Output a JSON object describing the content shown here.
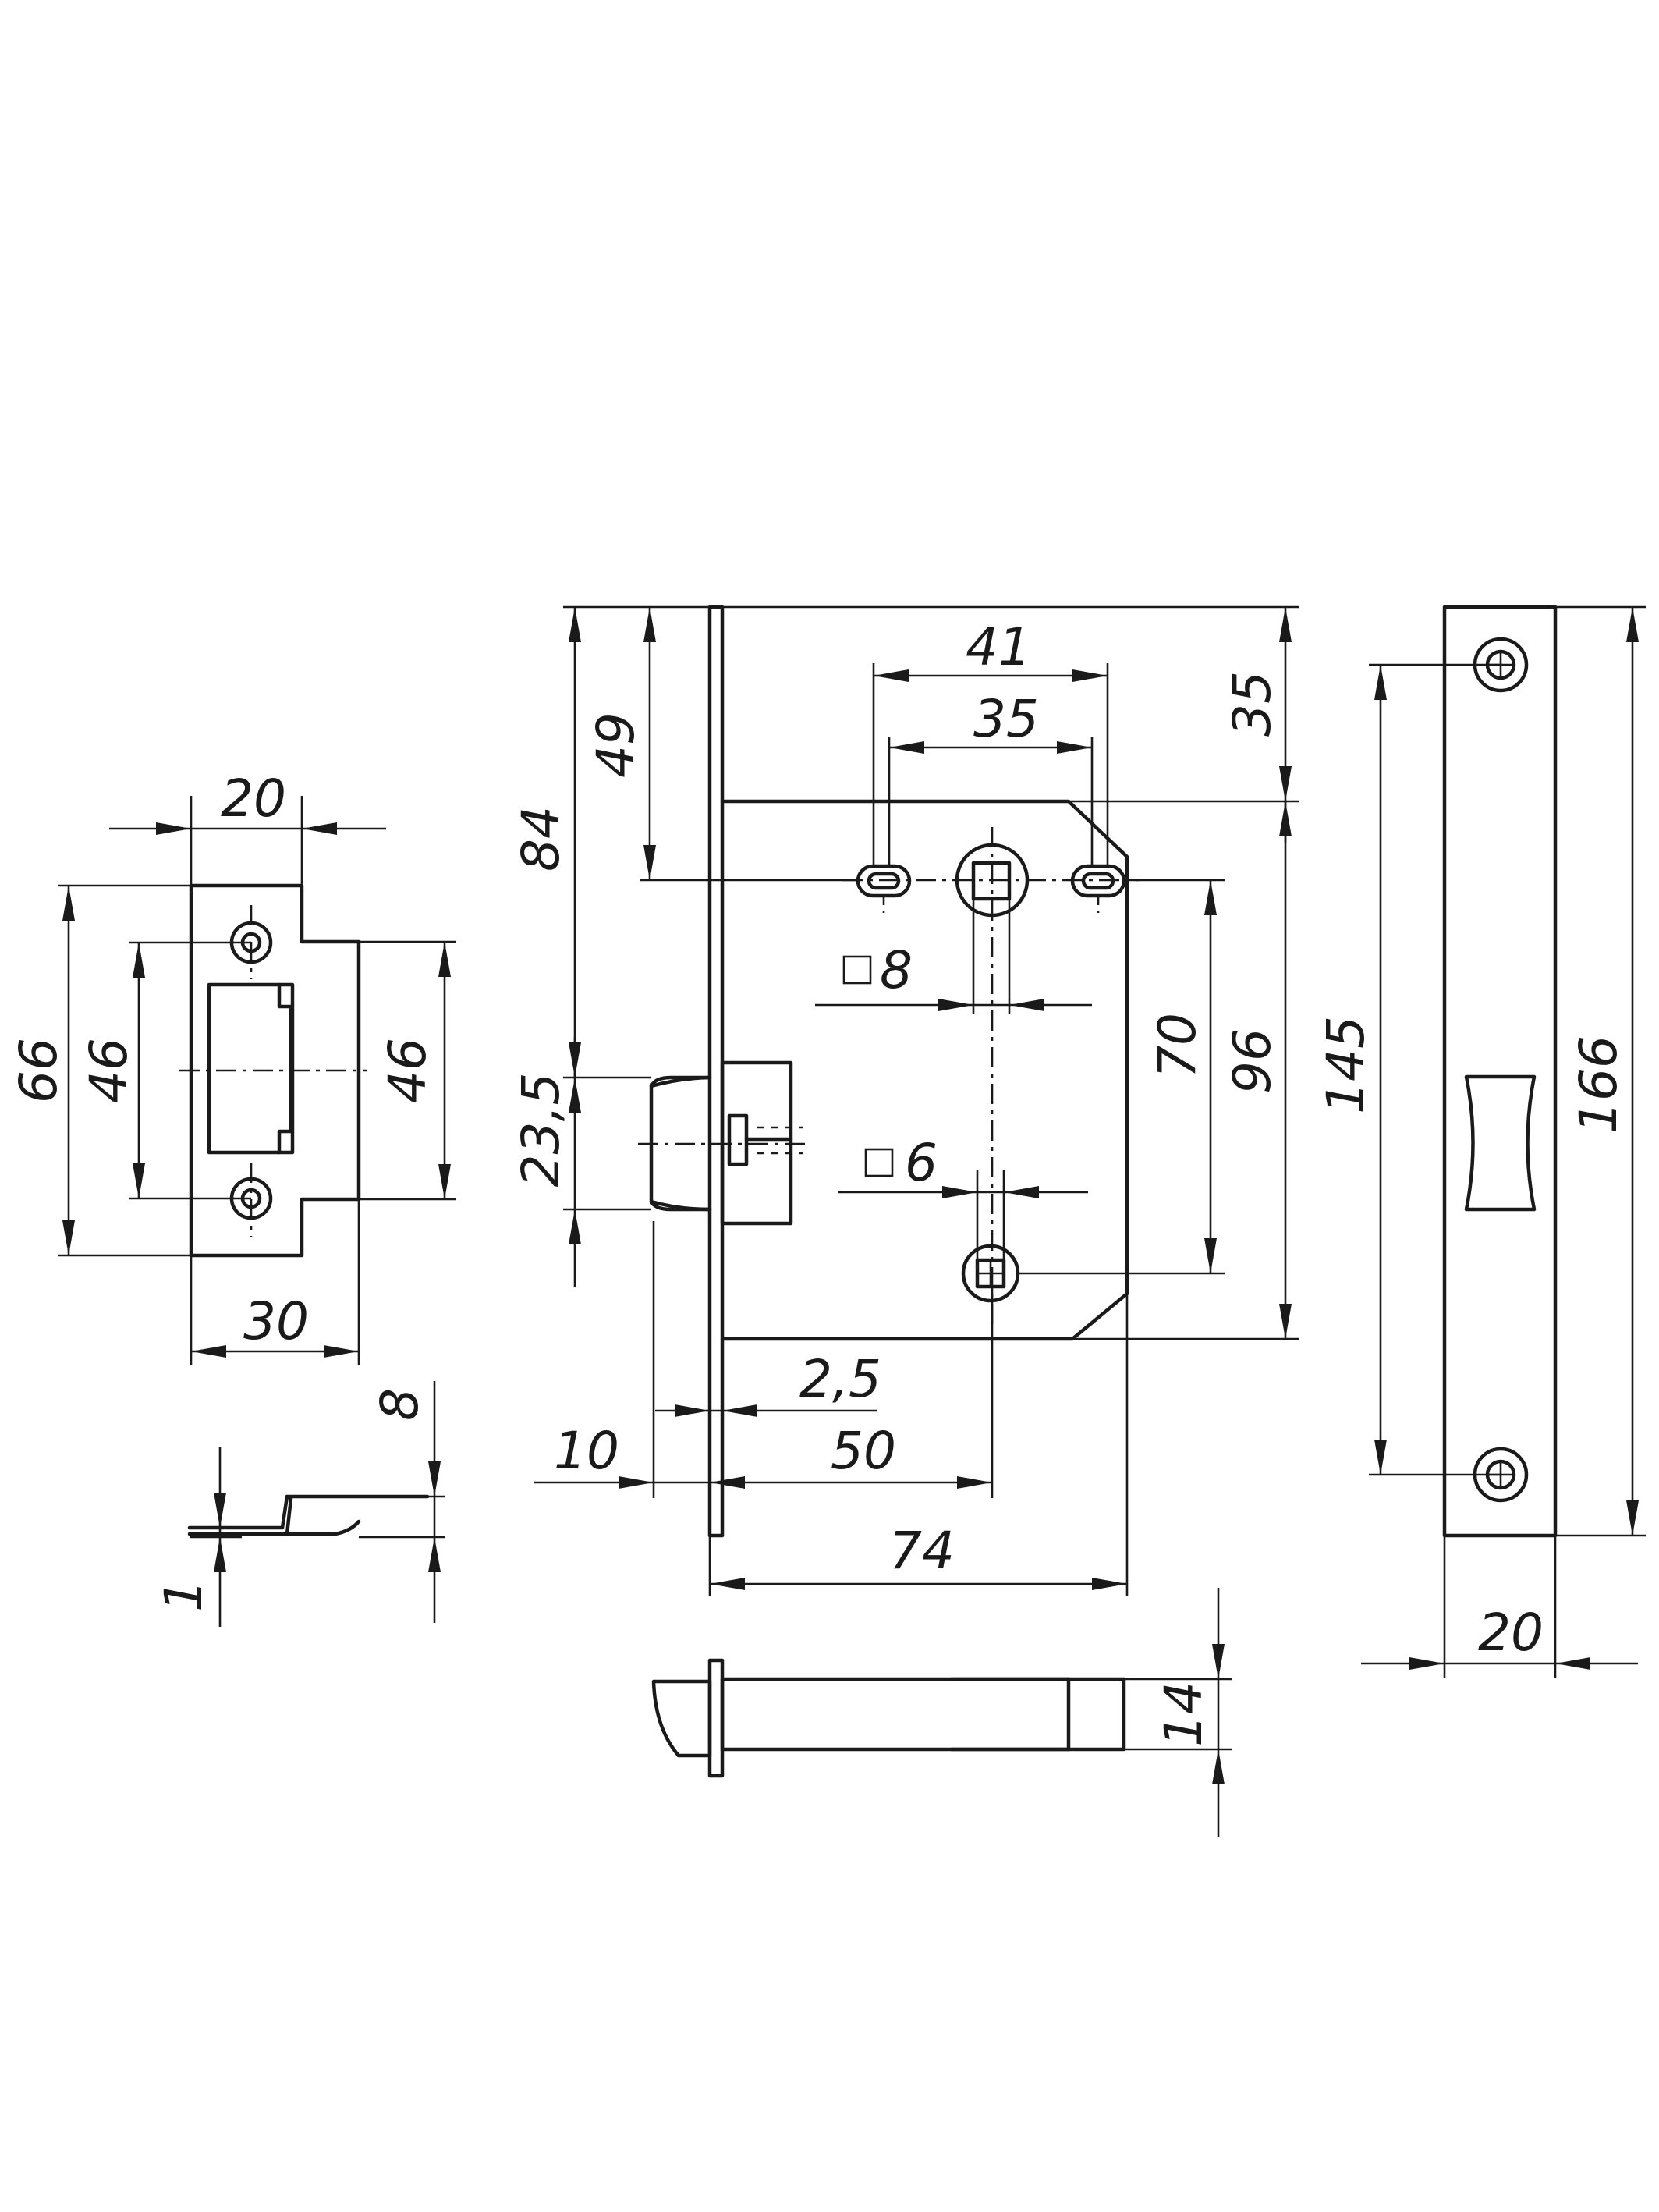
{
  "drawing": {
    "strike_plate": {
      "width_top": "20",
      "height_total": "66",
      "hole_spacing_left": "46",
      "hole_spacing_right": "46",
      "width_bottom": "30",
      "lip_height": "8",
      "thickness": "1"
    },
    "lock_body": {
      "handle_holes_outer": "41",
      "handle_holes_inner": "35",
      "faceplate_to_spindle": "49",
      "faceplate_to_latch": "84",
      "top_offset": "35",
      "spindle_square": "8",
      "privacy_square": "6",
      "latch_height": "23,5",
      "center_distance": "70",
      "case_height": "96",
      "faceplate_thickness": "2,5",
      "latch_projection": "10",
      "backset": "50",
      "case_depth": "74",
      "latch_thickness": "14"
    },
    "faceplate": {
      "screw_spacing": "145",
      "length": "166",
      "width": "20"
    }
  }
}
